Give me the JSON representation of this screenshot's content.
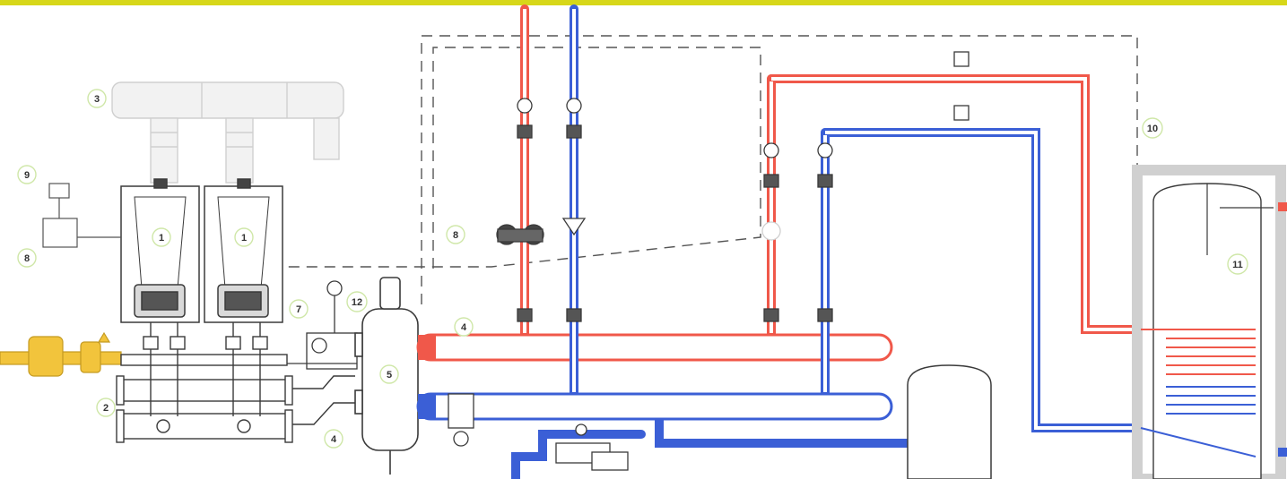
{
  "colors": {
    "accent_bar": "#d7d719",
    "hot_pipe": "#f0584a",
    "cold_pipe": "#3b5fd6",
    "gas_line": "#f2c43c",
    "outline": "#3a3a3a",
    "label_ring": "#cfe7a8"
  },
  "labels": {
    "boiler_left": "1",
    "boiler_right": "1",
    "manifold": "2",
    "flue": "3",
    "sensor_right": "4",
    "sensor_bottom": "4",
    "separator": "5",
    "safety_group": "7",
    "controller_left": "8",
    "controller_mid": "8",
    "room_unit": "9",
    "dhw_link": "10",
    "cylinder": "11",
    "gauge": "12"
  }
}
